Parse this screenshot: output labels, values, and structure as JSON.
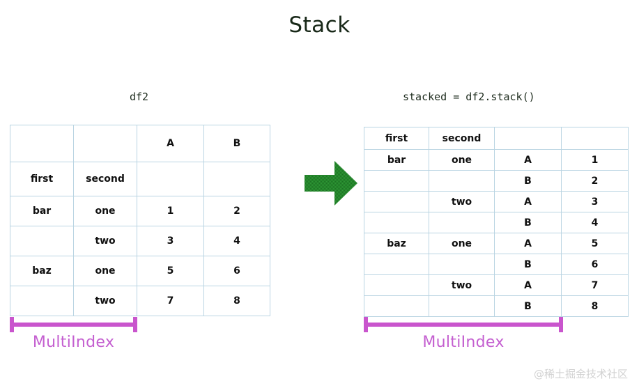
{
  "title": "Stack",
  "captions": {
    "left": "df2",
    "right": "stacked = df2.stack()"
  },
  "colors": {
    "header_yellow": "#f2ce05",
    "value_yellow": "#fbeda0",
    "index_blue": "#3d9ef0",
    "index_light_blue": "#b8d6e8",
    "level_green": "#4a9e44",
    "second_header": "#dcead2",
    "multiindex_magenta": "#c955cd",
    "grid_line": "#b9d4e2"
  },
  "left_table": {
    "name": "df2",
    "index_level_names": [
      "first",
      "second"
    ],
    "column_headers": [
      "A",
      "B"
    ],
    "rows": [
      {
        "first": "bar",
        "second": "one",
        "A": "1",
        "B": "2"
      },
      {
        "first": "",
        "second": "two",
        "A": "3",
        "B": "4"
      },
      {
        "first": "baz",
        "second": "one",
        "A": "5",
        "B": "6"
      },
      {
        "first": "",
        "second": "two",
        "A": "7",
        "B": "8"
      }
    ],
    "multiindex_label": "MultiIndex"
  },
  "right_table": {
    "name": "stacked",
    "index_level_names": [
      "first",
      "second"
    ],
    "rows": [
      {
        "first": "bar",
        "second": "one",
        "level": "A",
        "value": "1"
      },
      {
        "first": "",
        "second": "",
        "level": "B",
        "value": "2"
      },
      {
        "first": "",
        "second": "two",
        "level": "A",
        "value": "3"
      },
      {
        "first": "",
        "second": "",
        "level": "B",
        "value": "4"
      },
      {
        "first": "baz",
        "second": "one",
        "level": "A",
        "value": "5"
      },
      {
        "first": "",
        "second": "",
        "level": "B",
        "value": "6"
      },
      {
        "first": "",
        "second": "two",
        "level": "A",
        "value": "7"
      },
      {
        "first": "",
        "second": "",
        "level": "B",
        "value": "8"
      }
    ],
    "multiindex_label": "MultiIndex"
  },
  "arrow": {
    "direction": "right",
    "color": "#2f9b36"
  },
  "watermark": "@稀土掘金技术社区"
}
